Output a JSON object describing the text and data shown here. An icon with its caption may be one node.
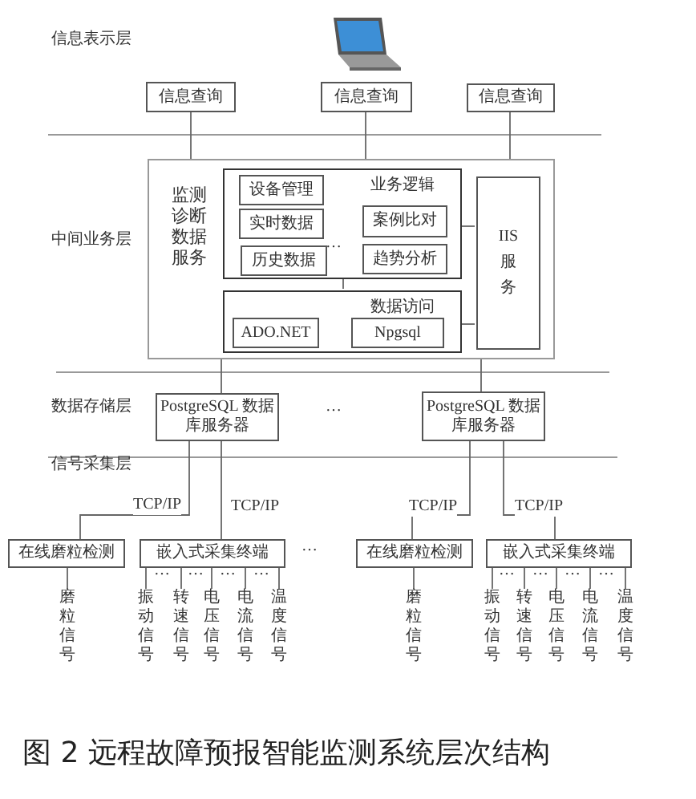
{
  "diagram": {
    "caption": "图 2 远程故障预报智能监测系统层次结构",
    "nodes": [
      {
        "text": [
          "信息查询"
        ]
      },
      {
        "text": [
          "信息查询"
        ]
      },
      {
        "text": [
          "信息查询"
        ]
      },
      {
        "text": [
          "监测诊断数据服务"
        ]
      },
      {
        "text": [
          "业务逻辑"
        ],
        "in": 3
      },
      {
        "text": [
          "设备管理"
        ],
        "in": 4
      },
      {
        "text": [
          "实时数据"
        ],
        "in": 4
      },
      {
        "text": [
          "历史数据"
        ],
        "in": 4
      },
      {
        "text": [
          "案例比对"
        ],
        "in": 4
      },
      {
        "text": [
          "趋势分析"
        ],
        "in": 4
      },
      {
        "text": [
          "数据访问"
        ],
        "in": 3
      },
      {
        "text": [
          "ADO.NET"
        ],
        "in": 10
      },
      {
        "text": [
          "Npgsql"
        ],
        "in": 10
      },
      {
        "text": [
          "IIS服务"
        ],
        "in": 3
      },
      {
        "text": [
          "PostgreSQL 数据库服务器"
        ]
      },
      {
        "text": [
          "PostgreSQL 数据库服务器"
        ]
      },
      {
        "text": [
          "在线磨粒检测"
        ]
      },
      {
        "text": [
          "嵌入式采集终端"
        ]
      },
      {
        "text": [
          "在线磨粒检测"
        ]
      },
      {
        "text": [
          "嵌入式采集终端"
        ]
      },
      {
        "text": [
          "磨粒信号"
        ]
      },
      {
        "text": [
          "振动信号"
        ]
      },
      {
        "text": [
          "转速信号"
        ]
      },
      {
        "text": [
          "电压信号"
        ]
      },
      {
        "text": [
          "电流信号"
        ]
      },
      {
        "text": [
          "温度信号"
        ]
      },
      {
        "text": [
          "磨粒信号"
        ]
      },
      {
        "text": [
          "振动信号"
        ]
      },
      {
        "text": [
          "转速信号"
        ]
      },
      {
        "text": [
          "电压信号"
        ]
      },
      {
        "text": [
          "电流信号"
        ]
      },
      {
        "text": [
          "温度信号"
        ]
      }
    ],
    "edges": [
      {
        "from": 0,
        "to": 3,
        "arrow": "none"
      },
      {
        "from": 1,
        "to": 3,
        "arrow": "none"
      },
      {
        "from": 2,
        "to": 3,
        "arrow": "none"
      },
      {
        "from": 4,
        "to": 10,
        "arrow": "none"
      },
      {
        "from": 4,
        "to": 13,
        "arrow": "none"
      },
      {
        "from": 10,
        "to": 13,
        "arrow": "none"
      },
      {
        "from": 3,
        "to": 14,
        "arrow": "none"
      },
      {
        "from": 3,
        "to": 15,
        "arrow": "none"
      },
      {
        "from": 14,
        "to": 16,
        "arrow": "none",
        "label": "TCP/IP"
      },
      {
        "from": 14,
        "to": 17,
        "arrow": "none",
        "label": "TCP/IP"
      },
      {
        "from": 15,
        "to": 18,
        "arrow": "none",
        "label": "TCP/IP"
      },
      {
        "from": 15,
        "to": 19,
        "arrow": "none",
        "label": "TCP/IP"
      },
      {
        "from": 16,
        "to": 20,
        "arrow": "none"
      },
      {
        "from": 17,
        "to": 21,
        "arrow": "none"
      },
      {
        "from": 17,
        "to": 22,
        "arrow": "none"
      },
      {
        "from": 17,
        "to": 23,
        "arrow": "none"
      },
      {
        "from": 17,
        "to": 24,
        "arrow": "none"
      },
      {
        "from": 17,
        "to": 25,
        "arrow": "none"
      },
      {
        "from": 18,
        "to": 26,
        "arrow": "none"
      },
      {
        "from": 19,
        "to": 27,
        "arrow": "none"
      },
      {
        "from": 19,
        "to": 28,
        "arrow": "none"
      },
      {
        "from": 19,
        "to": 29,
        "arrow": "none"
      },
      {
        "from": 19,
        "to": 30,
        "arrow": "none"
      },
      {
        "from": 19,
        "to": 31,
        "arrow": "none"
      }
    ],
    "labels": [
      "信息表示层",
      "中间业务层",
      "数据存储层",
      "信号采集层",
      "…",
      "…",
      "…",
      "…",
      "…",
      "…",
      "…",
      "…",
      "…",
      "…",
      "…"
    ]
  }
}
